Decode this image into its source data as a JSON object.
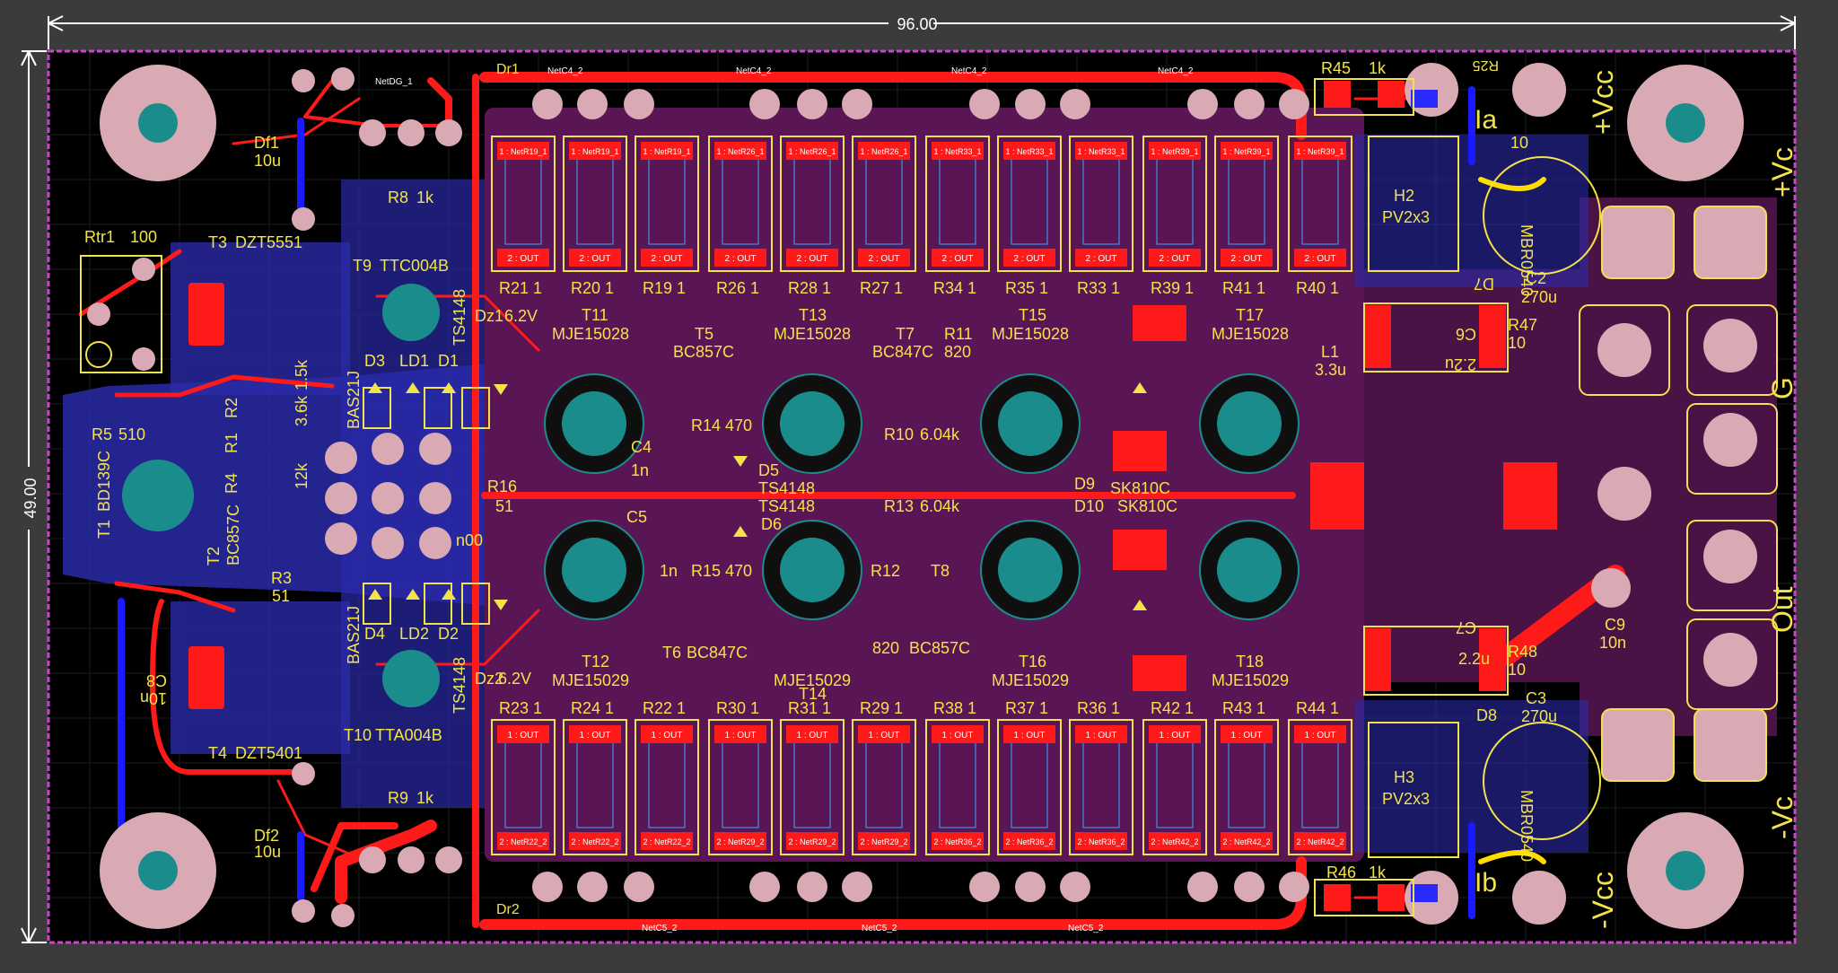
{
  "colors": {
    "background": "#3b3b3b",
    "board": "#000000",
    "top_copper": "#ff1a1a",
    "bottom_copper": "#1a1aff",
    "pour": "#5a1555",
    "silkscreen": "#f2e34a",
    "outline": "#cc44cc",
    "pad": "#d9aab4",
    "via": "#1a8c8c",
    "dimension": "#ffffff"
  },
  "dimensions": {
    "width": "96.00",
    "height": "49.00"
  },
  "nets": {
    "top_bus": "NetC4_2",
    "bottom_bus": "NetC5_2",
    "netdg": "NetDG_1"
  },
  "labels": {
    "vcc_pos": "+Vcc",
    "vc_pos": "+Vc",
    "g": "G",
    "out": "Out",
    "vc_neg": "-Vc",
    "vcc_neg": "-Vcc",
    "ia": "Ia",
    "ib": "Ib",
    "ten": "10",
    "rtr1": "Rtr1",
    "rtr1_val": "100",
    "t3": "T3",
    "t3_val": "DZT5551",
    "t4": "T4",
    "t4_val": "DZT5401",
    "r5": "R5",
    "r5_val": "510",
    "r2": "R2",
    "r1": "R1",
    "r4": "R4",
    "r3": "R3",
    "r3_val": "51",
    "t1": "T1",
    "t1_val": "BD139C",
    "t2": "T2",
    "t2_val": "BC857C",
    "val_36k": "3.6k",
    "val_15k": "1.5k",
    "val_12k": "12k",
    "c8": "C8",
    "c8_val": "10n",
    "df1": "Df1",
    "df1_val": "10u",
    "df2": "Df2",
    "df2_val": "10u",
    "r8": "R8",
    "r8_val": "1k",
    "r9": "R9",
    "r9_val": "1k",
    "t9": "T9",
    "t9_val": "TTC004B",
    "t10": "T10",
    "t10_val": "TTA004B",
    "ts4148": "TS4148",
    "dz1": "Dz1",
    "dz1_val": "6.2V",
    "dz2": "Dz2",
    "dz2_val": "6.2V",
    "d3": "D3",
    "ld1": "LD1",
    "d1": "D1",
    "d4": "D4",
    "ld2": "LD2",
    "d2": "D2",
    "bas21j": "BAS21J",
    "r16": "R16",
    "r16_val": "51",
    "r16_extra": "n00",
    "dr1": "Dr1",
    "dr2": "Dr2",
    "t11": "T11",
    "t12": "T12",
    "t13": "T13",
    "t14": "T14",
    "t15": "T15",
    "t16": "T16",
    "t17": "T17",
    "t18": "T18",
    "mje15028": "MJE15028",
    "mje15029": "MJE15029",
    "t5": "T5",
    "t5_val": "BC857C",
    "t6": "T6",
    "t6_val": "BC847C",
    "t7": "T7",
    "t7_val": "BC847C",
    "t8": "T8",
    "t8_val": "BC857C",
    "r11": "R11",
    "r11_val": "820",
    "r12": "R12",
    "r12_val": "820",
    "c4": "C4",
    "c4_val": "1n",
    "c5": "C5",
    "c5_val": "1n",
    "r14": "R14",
    "r14_val": "470",
    "r15": "R15",
    "r15_val": "470",
    "d5": "D5",
    "d6": "D6",
    "r10": "R10",
    "r10_val": "6.04k",
    "r13": "R13",
    "r13_val": "6.04k",
    "d9": "D9",
    "d9_val": "SK810C",
    "d10": "D10",
    "d10_val": "SK810C",
    "l1": "L1",
    "l1_val": "3.3u",
    "r45": "R45",
    "r45_val": "1k",
    "r46": "R46",
    "r46_val": "1k",
    "r25": "R25",
    "h2": "H2",
    "h2_val": "PV2x3",
    "h3": "H3",
    "h3_val": "PV2x3",
    "d7": "D7",
    "d8": "D8",
    "mbr": "MBR0540",
    "c2": "C2",
    "c2_val": "270u",
    "c3": "C3",
    "c3_val": "270u",
    "c6": "C6",
    "c6_val": "2.2u",
    "c7": "C7",
    "c7_val": "2.2u",
    "r47": "R47",
    "r47_val": "10",
    "r48": "R48",
    "r48_val": "10",
    "c9": "C9",
    "c9_val": "10n"
  },
  "emitter_resistors_top": [
    {
      "ref": "R21",
      "val": "1"
    },
    {
      "ref": "R20",
      "val": "1"
    },
    {
      "ref": "R19",
      "val": "1"
    },
    {
      "ref": "R26",
      "val": "1"
    },
    {
      "ref": "R28",
      "val": "1"
    },
    {
      "ref": "R27",
      "val": "1"
    },
    {
      "ref": "R34",
      "val": "1"
    },
    {
      "ref": "R35",
      "val": "1"
    },
    {
      "ref": "R33",
      "val": "1"
    },
    {
      "ref": "R39",
      "val": "1"
    },
    {
      "ref": "R41",
      "val": "1"
    },
    {
      "ref": "R40",
      "val": "1"
    }
  ],
  "emitter_resistors_bottom": [
    {
      "ref": "R23",
      "val": "1"
    },
    {
      "ref": "R24",
      "val": "1"
    },
    {
      "ref": "R22",
      "val": "1"
    },
    {
      "ref": "R30",
      "val": "1"
    },
    {
      "ref": "R31",
      "val": "1"
    },
    {
      "ref": "R29",
      "val": "1"
    },
    {
      "ref": "R38",
      "val": "1"
    },
    {
      "ref": "R37",
      "val": "1"
    },
    {
      "ref": "R36",
      "val": "1"
    },
    {
      "ref": "R42",
      "val": "1"
    },
    {
      "ref": "R43",
      "val": "1"
    },
    {
      "ref": "R44",
      "val": "1"
    }
  ],
  "pad_nets_top": [
    "NetR19_1",
    "NetR19_1",
    "NetR19_1",
    "NetR26_1",
    "NetR26_1",
    "NetR26_1",
    "NetR33_1",
    "NetR33_1",
    "NetR33_1",
    "NetR39_1",
    "NetR39_1",
    "NetR39_1"
  ],
  "pad_nets_bottom": [
    "NetR22_2",
    "NetR22_2",
    "NetR22_2",
    "NetR29_2",
    "NetR29_2",
    "NetR29_2",
    "NetR36_2",
    "NetR36_2",
    "NetR36_2",
    "NetR42_2",
    "NetR42_2",
    "NetR42_2"
  ],
  "pad_out_top": "2 : OUT",
  "pad_out_bottom": "1 : OUT",
  "pad_vc_pos": "+Vc",
  "pad_vc_neg": "-Vc",
  "pad_vcc_pos": "+Vcc",
  "pad_g": "G"
}
